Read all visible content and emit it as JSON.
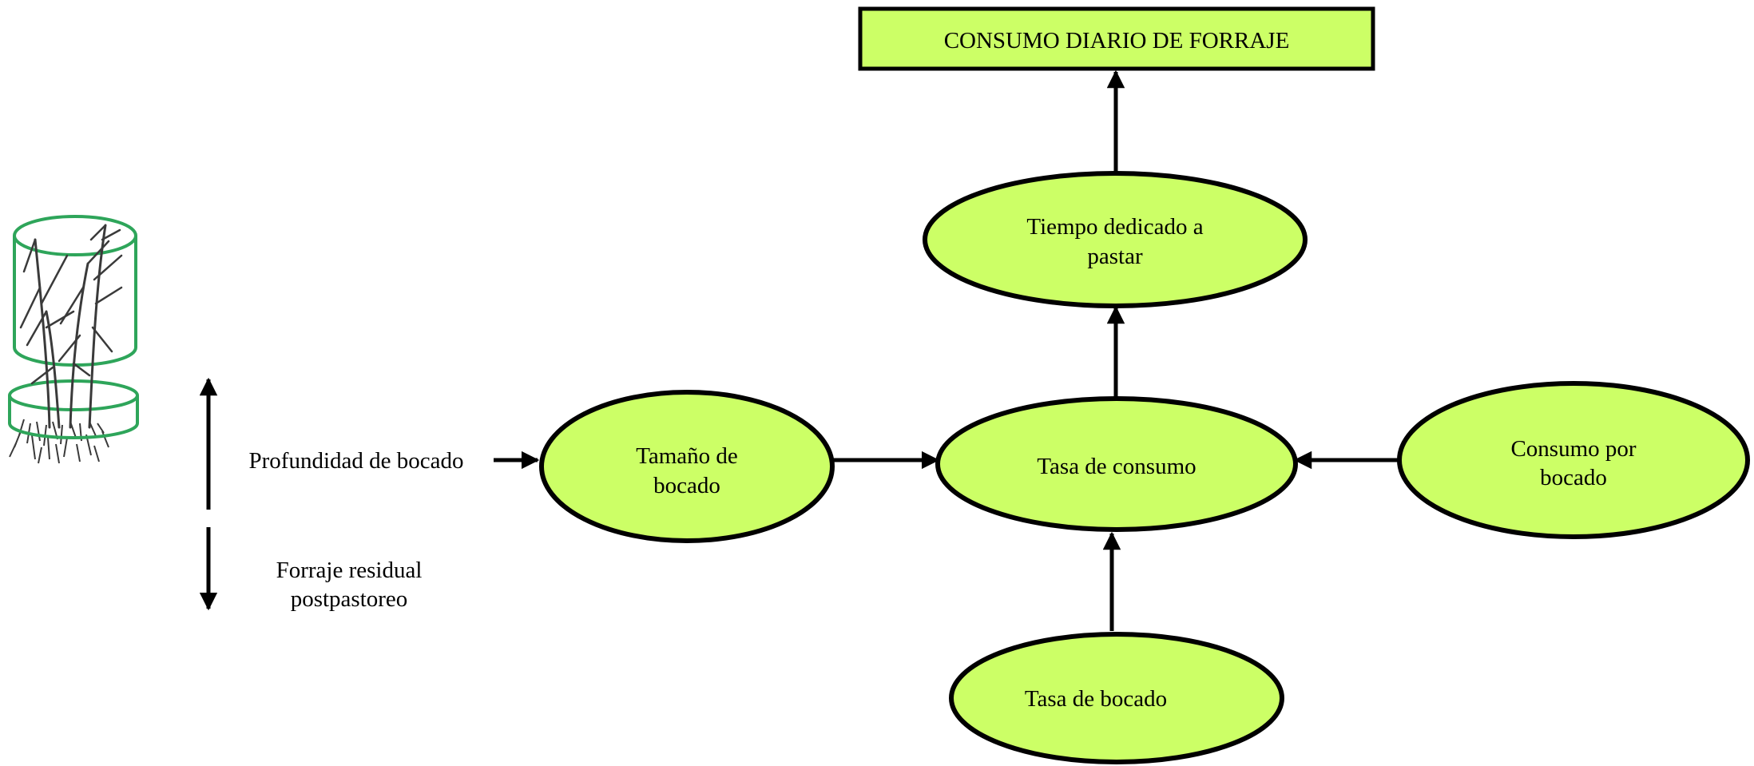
{
  "colors": {
    "node_fill": "#ccff66",
    "stroke": "#000000",
    "plant_outline": "#2ea55a",
    "plant": "#3a3a3a"
  },
  "icons": {
    "plant": "grass-plant-cylinder-icon"
  },
  "nodes": {
    "title": "CONSUMO DIARIO DE FORRAJE",
    "tiempo_line1": "Tiempo dedicado a",
    "tiempo_line2": "pastar",
    "tamano_line1": "Tamaño de",
    "tamano_line2": "bocado",
    "tasa_consumo": "Tasa de consumo",
    "consumo_line1": "Consumo por",
    "consumo_line2": "bocado",
    "tasa_bocado": "Tasa de bocado"
  },
  "labels": {
    "profundidad": "Profundidad de bocado",
    "forraje_line1": "Forraje residual",
    "forraje_line2": "postpastoreo"
  }
}
